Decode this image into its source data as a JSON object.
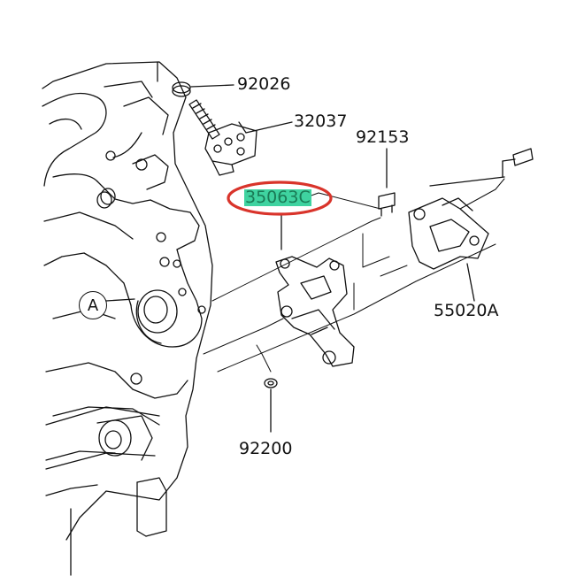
{
  "parts": {
    "p92026": "92026",
    "p32037": "32037",
    "p92153": "92153",
    "p35063C": "35063C",
    "p55020A": "55020A",
    "p92200": "92200"
  },
  "reference": "A",
  "colors": {
    "line": "#111111",
    "highlight_fill": "#3fd3a0",
    "highlight_ring": "#d9342b"
  }
}
